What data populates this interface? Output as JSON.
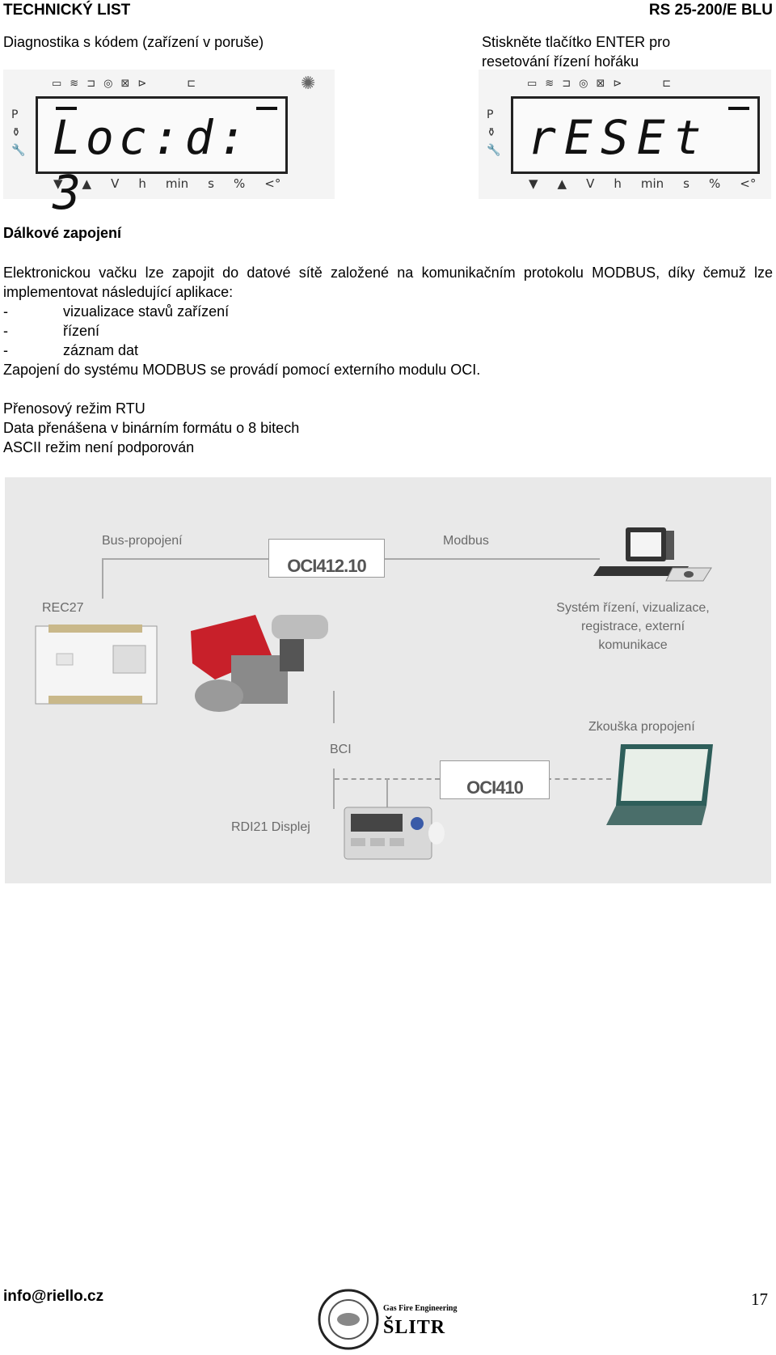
{
  "header": {
    "left": "TECHNICKÝ LIST",
    "right": "RS 25-200/E BLU"
  },
  "diag_left": {
    "caption": "Diagnostika s kódem (zařízení v poruše)",
    "lcd_text": "Loc:d:  3",
    "side_top": "P",
    "bottom": [
      "▼",
      "▲",
      "V",
      "h",
      "min",
      "s",
      "%",
      "<°"
    ]
  },
  "diag_right": {
    "caption_line1": "Stiskněte tlačítko ENTER pro",
    "caption_line2": "resetování řízení hořáku",
    "lcd_text": "rESEt",
    "side_top": "P",
    "bottom": [
      "▼",
      "▲",
      "V",
      "h",
      "min",
      "s",
      "%",
      "<°"
    ]
  },
  "section_title": "Dálkové zapojení",
  "para1": "Elektronickou vačku lze zapojit do datové sítě založené na komunikačním protokolu MODBUS, díky čemuž lze implementovat následující aplikace:",
  "list": [
    "vizualizace stavů zařízení",
    "řízení",
    "záznam dat"
  ],
  "para2": "Zapojení do systému MODBUS se provádí pomocí externího modulu OCI.",
  "info1": "Přenosový režim RTU",
  "info2": "Data přenášena v binárním formátu o 8 bitech",
  "info3": "ASCII režim není podporován",
  "diagram": {
    "bus_label": "Bus-propojení",
    "modbus_label": "Modbus",
    "oci412": "OCI412.10",
    "rec27": "REC27",
    "system_line1": "Systém řízení, vizualizace,",
    "system_line2": "registrace, externí",
    "system_line3": "komunikace",
    "bci": "BCI",
    "oci410": "OCI410",
    "test_label": "Zkouška propojení",
    "rdi21": "RDI21 Displej"
  },
  "footer": {
    "email": "info@riello.cz",
    "page": "17",
    "logo_top": "Gas Fire Engineering",
    "logo_name": "ŠLITR"
  },
  "colors": {
    "diagram_bg": "#e9e9e9",
    "burner_red": "#c8202a"
  }
}
